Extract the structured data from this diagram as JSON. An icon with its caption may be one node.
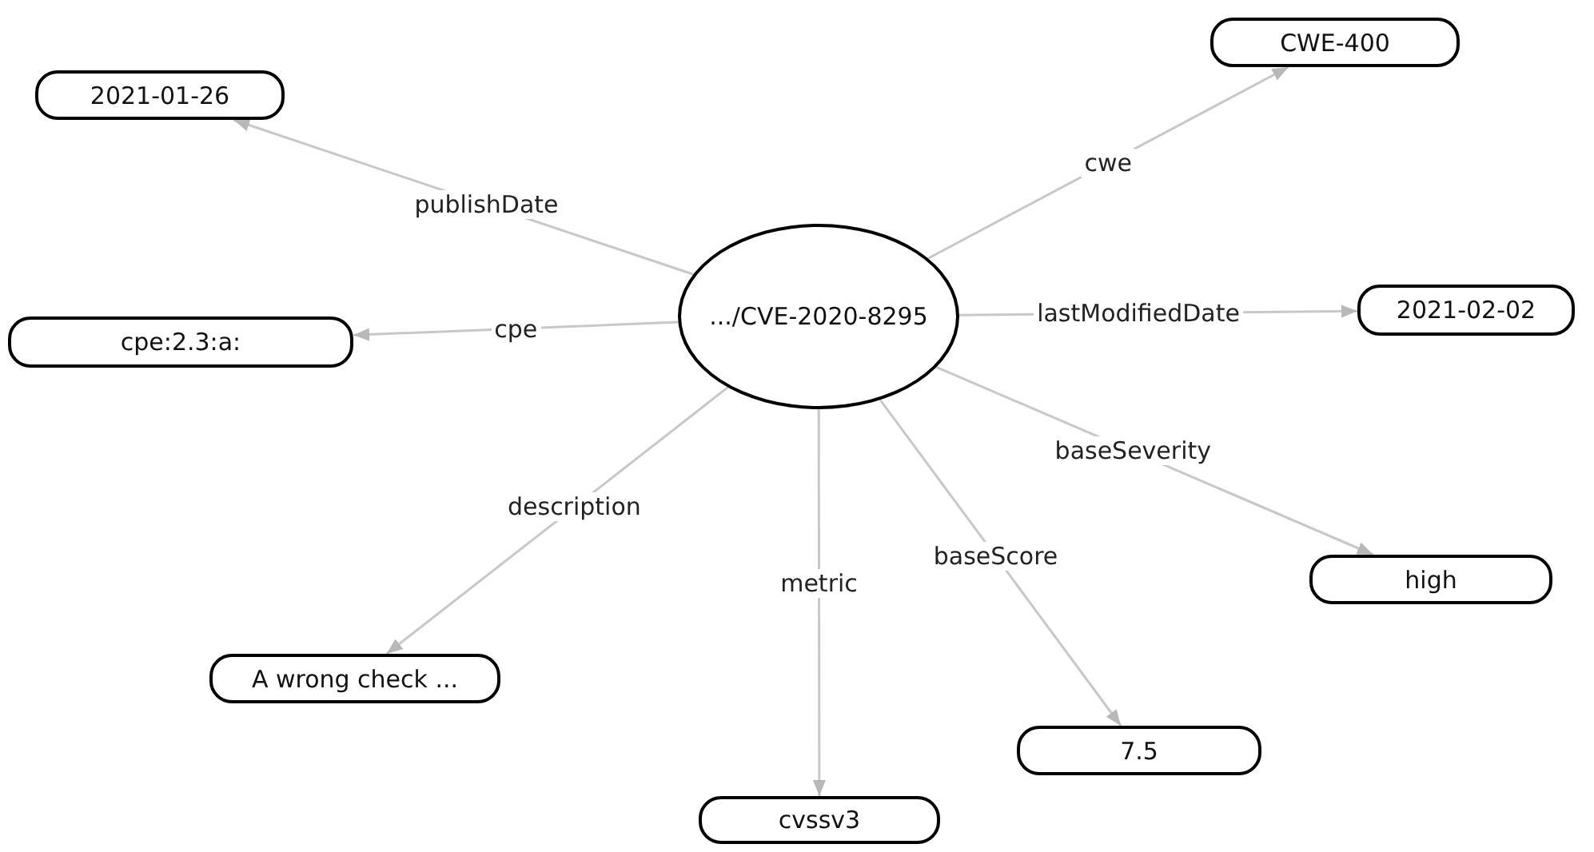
{
  "diagram": {
    "nodes": [
      {
        "text": [
          ".../CVE-2020-8295"
        ]
      },
      {
        "text": [
          "2021-01-26"
        ]
      },
      {
        "text": [
          "CWE-400"
        ]
      },
      {
        "text": [
          "2021-02-02"
        ]
      },
      {
        "text": [
          "cpe:2.3:a:"
        ]
      },
      {
        "text": [
          "high"
        ]
      },
      {
        "text": [
          "A wrong check ..."
        ]
      },
      {
        "text": [
          "7.5"
        ]
      },
      {
        "text": [
          "cvssv3"
        ]
      }
    ],
    "edges": [
      {
        "from": 0,
        "to": 1,
        "arrow": "to",
        "label": "publishDate"
      },
      {
        "from": 0,
        "to": 2,
        "arrow": "to",
        "label": "cwe"
      },
      {
        "from": 0,
        "to": 3,
        "arrow": "to",
        "label": "lastModifiedDate"
      },
      {
        "from": 0,
        "to": 4,
        "arrow": "to",
        "label": "cpe"
      },
      {
        "from": 0,
        "to": 5,
        "arrow": "to",
        "label": "baseSeverity"
      },
      {
        "from": 0,
        "to": 6,
        "arrow": "to",
        "label": "description"
      },
      {
        "from": 0,
        "to": 7,
        "arrow": "to",
        "label": "baseScore"
      },
      {
        "from": 0,
        "to": 8,
        "arrow": "to",
        "label": "metric"
      }
    ]
  }
}
